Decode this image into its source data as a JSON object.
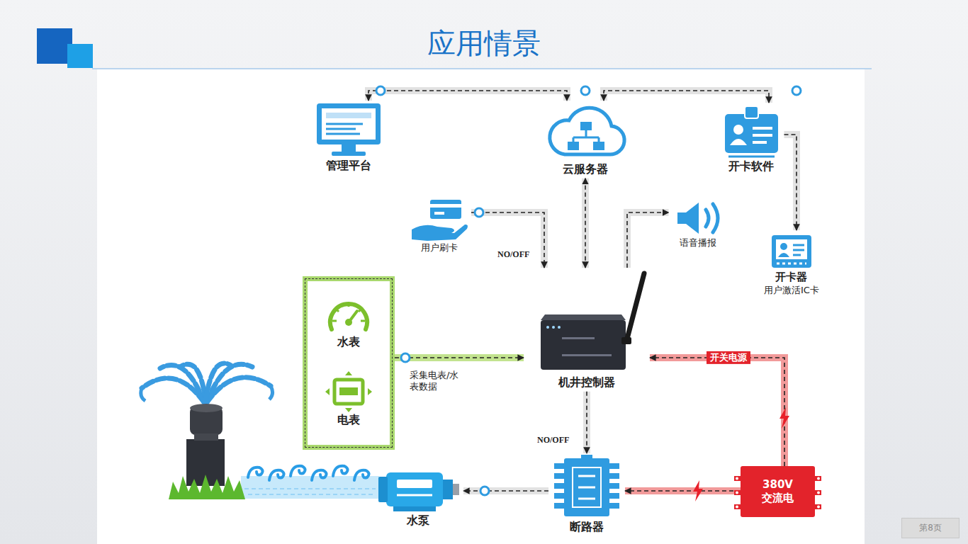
{
  "diagram": {
    "title": "应用情景",
    "nodes": [
      {
        "text": [
          "管理平台"
        ]
      },
      {
        "text": [
          "云服务器"
        ]
      },
      {
        "text": [
          "开卡软件"
        ]
      },
      {
        "text": [
          "用户刷卡"
        ]
      },
      {
        "text": [
          "语音播报"
        ]
      },
      {
        "text": [
          "开卡器",
          "用户激活IC卡"
        ]
      },
      {
        "text": []
      },
      {
        "text": [
          "水表"
        ],
        "in": 6
      },
      {
        "text": [
          "电表"
        ],
        "in": 6
      },
      {
        "text": [
          "机井控制器"
        ]
      },
      {
        "text": [
          "380V 交流电"
        ]
      },
      {
        "text": [
          "断路器"
        ]
      },
      {
        "text": [
          "水泵"
        ]
      }
    ],
    "edges": [
      {
        "from": 0,
        "to": 1,
        "arrow": "both"
      },
      {
        "from": 1,
        "to": 2,
        "arrow": "both"
      },
      {
        "from": 2,
        "to": 5,
        "arrow": "to"
      },
      {
        "from": 3,
        "to": 9,
        "label": "NO/OFF",
        "arrow": "to"
      },
      {
        "from": 1,
        "to": 9,
        "arrow": "both"
      },
      {
        "from": 9,
        "to": 4,
        "arrow": "to"
      },
      {
        "from": 6,
        "to": 9,
        "label": "采集电表/水表数据",
        "arrow": "to"
      },
      {
        "from": 10,
        "to": 9,
        "label": "开关电源",
        "arrow": "to"
      },
      {
        "from": 9,
        "to": 11,
        "label": "NO/OFF",
        "arrow": "to"
      },
      {
        "from": 10,
        "to": 11,
        "arrow": "to"
      },
      {
        "from": 11,
        "to": 12,
        "arrow": "to"
      }
    ],
    "labels": [
      "第8页"
    ]
  }
}
